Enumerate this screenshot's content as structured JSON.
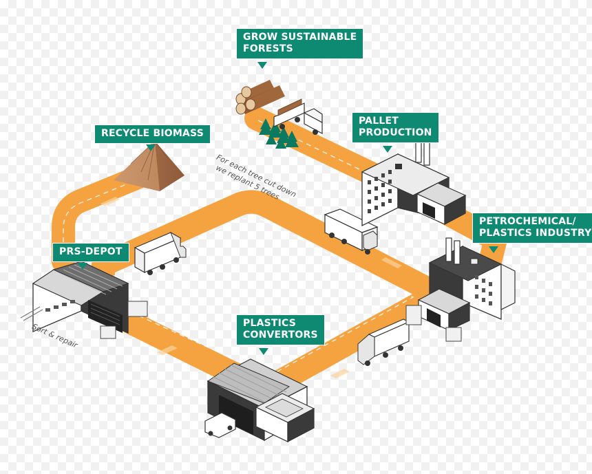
{
  "labels": {
    "forests": {
      "line1": "GROW SUSTAINABLE",
      "line2": "FORESTS"
    },
    "pallet": {
      "line1": "PALLET",
      "line2": "PRODUCTION"
    },
    "biomass": {
      "line1": "RECYCLE BIOMASS"
    },
    "depot": {
      "line1": "PRS-DEPOT"
    },
    "petro": {
      "line1": "PETROCHEMICAL/",
      "line2": "PLASTICS INDUSTRY"
    },
    "convertors": {
      "line1": "PLASTICS",
      "line2": "CONVERTORS"
    }
  },
  "notes": {
    "replant_line1": "For each tree cut down",
    "replant_line2": "we replant 5 trees",
    "sort_repair": "Sort & repair"
  },
  "colors": {
    "accent": "#0e8a72",
    "road": "#f4a340",
    "road_edge": "#e8902a",
    "building_dark": "#3a3a3a",
    "building_light": "#ffffff",
    "wood": "#a0673c",
    "biomass": "#c08a62",
    "tree": "#0c7a60"
  }
}
